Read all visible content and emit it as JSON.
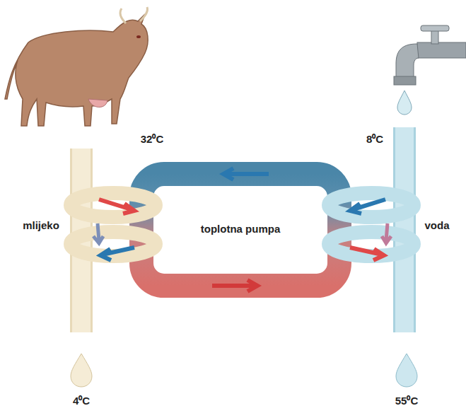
{
  "diagram": {
    "labels": [
      "32⁰C",
      "8⁰C",
      "mlijeko",
      "toplotna pumpa",
      "voda",
      "4⁰C",
      "55⁰C"
    ]
  }
}
